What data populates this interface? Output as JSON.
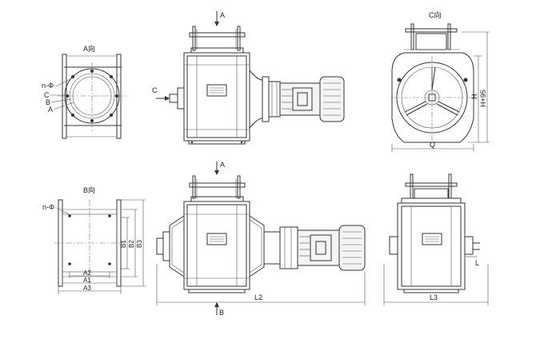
{
  "views": {
    "a_view": "A向",
    "b_view": "B向",
    "c_view": "C向"
  },
  "labels": {
    "n_phi_top": "n-Φ",
    "c": "C",
    "b": "B",
    "a": "A",
    "n_phi_bottom": "n-Φ",
    "arrow_a_top": "A",
    "arrow_c": "C",
    "arrow_a_bottom": "A",
    "arrow_b": "B",
    "h": "H",
    "h95": "H+95",
    "q": "Q",
    "b1": "B1",
    "b2": "B2",
    "b3": "B3",
    "a1": "A1",
    "a2": "A2",
    "a3": "A3",
    "l": "L",
    "l2": "L2",
    "l3": "L3"
  }
}
